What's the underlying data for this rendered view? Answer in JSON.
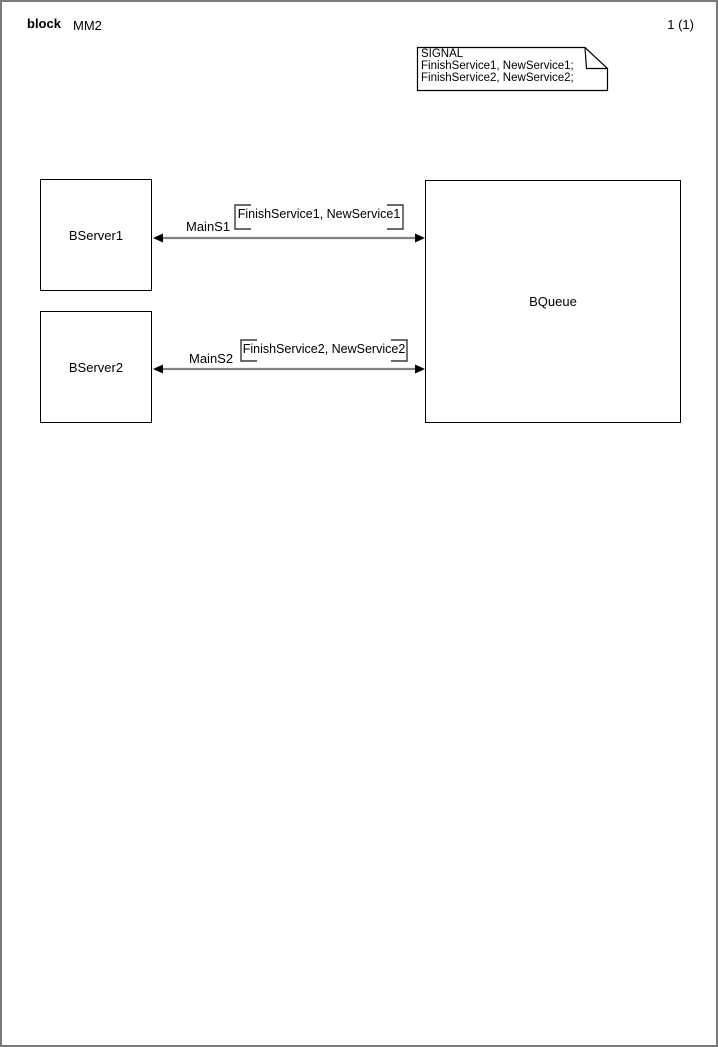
{
  "header": {
    "kind_label": "block",
    "name": "MM2",
    "page_number": "1 (1)"
  },
  "signal_text_symbol": {
    "line1": "SIGNAL",
    "line2": "FinishService1, NewService1;",
    "line3": "FinishService2, NewService2;"
  },
  "blocks": {
    "bserver1": {
      "label": "BServer1"
    },
    "bserver2": {
      "label": "BServer2"
    },
    "bqueue": {
      "label": "BQueue"
    }
  },
  "channels": {
    "mains1": {
      "name": "MainS1",
      "signal_list": "FinishService1, NewService1"
    },
    "mains2": {
      "name": "MainS2",
      "signal_list": "FinishService2, NewService2"
    }
  },
  "colors": {
    "channel_line": "#808080",
    "arrowhead": "#000000",
    "symbol_border": "#000000",
    "page_border": "#7a7a7a",
    "text": "#000000",
    "background": "#ffffff"
  }
}
